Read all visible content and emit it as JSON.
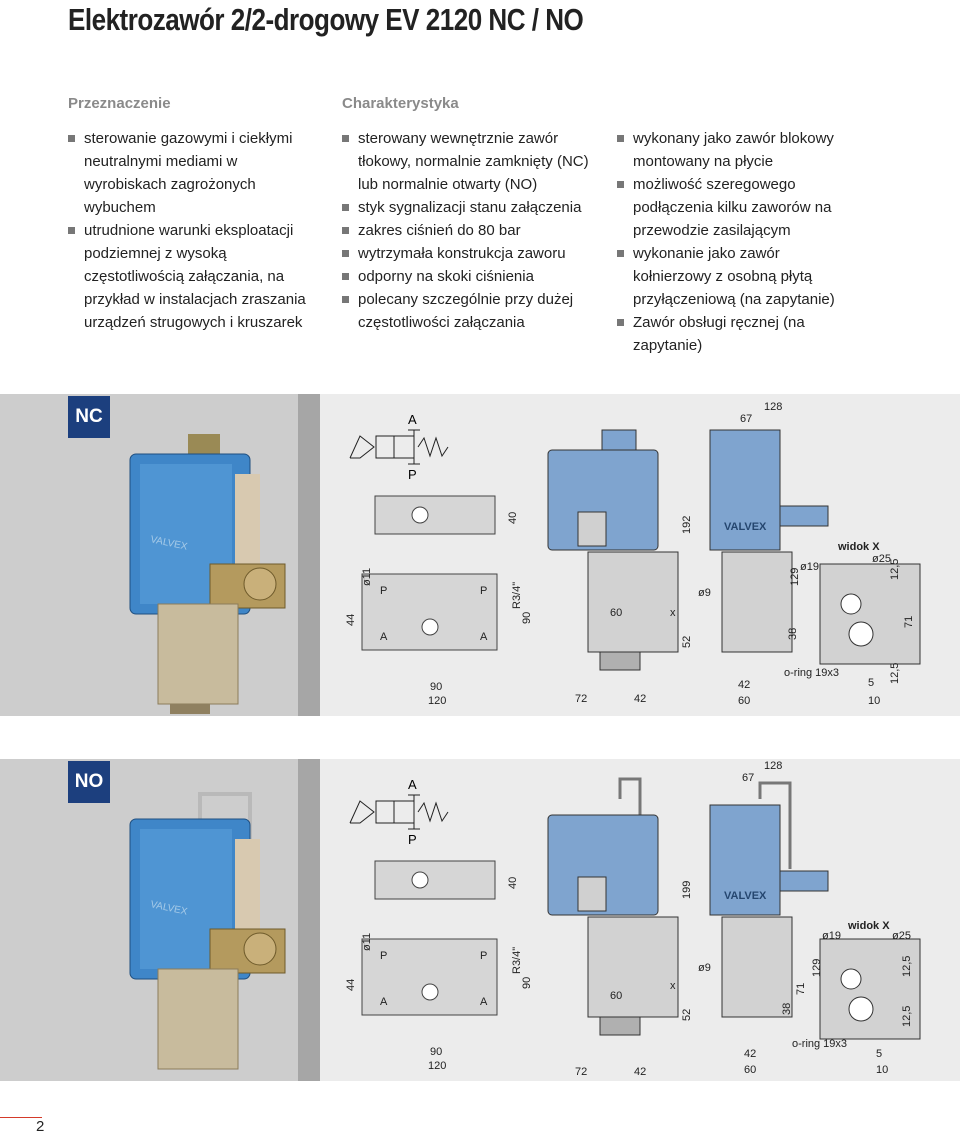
{
  "title": "Elektrozawór 2/2-drogowy EV 2120 NC / NO",
  "headings": {
    "purpose": "Przeznaczenie",
    "features": "Charakterystyka"
  },
  "purpose_items": [
    "sterowanie gazowymi i ciekłymi neutralnymi mediami w wyrobiskach zagrożonych wybuchem",
    "utrudnione warunki eksploatacji podziemnej z wysoką częstotliwością załączania, na przykład w instalacjach zraszania urządzeń strugowych i kruszarek"
  ],
  "features_items": [
    "sterowany wewnętrznie zawór tłokowy, normalnie zamknięty (NC) lub normalnie otwarty (NO)",
    "styk sygnalizacji stanu załączenia",
    "zakres ciśnień do 80 bar",
    "wytrzymała konstrukcja zaworu",
    "odporny na skoki ciśnienia",
    "polecany szczególnie przy dużej częstotliwości załączania"
  ],
  "options_items": [
    "wykonany jako zawór blokowy montowany na płycie",
    "możliwość szeregowego podłączenia kilku zaworów na przewodzie zasilającym",
    "wykonanie jako zawór kołnierzowy z osobną płytą przyłączeniową (na zapytanie)",
    "Zawór obsługi ręcznej (na zapytanie)"
  ],
  "panels": [
    {
      "badge": "NC",
      "port_a": "A",
      "port_p": "P",
      "dims": {
        "d128": "128",
        "d67": "67",
        "d192": "192",
        "d40": "40",
        "d11": "ø11",
        "d44": "44",
        "p1": "P",
        "p2": "P",
        "r34": "R3/4\"",
        "d90v": "90",
        "a1": "A",
        "a2": "A",
        "d90": "90",
        "d120": "120",
        "d60m": "60",
        "x": "x",
        "d72": "72",
        "d42": "42",
        "d52": "52",
        "d9": "ø9",
        "d129": "129",
        "d19": "ø19",
        "widok": "widok X",
        "d25": "ø25",
        "d125a": "12,5",
        "d71": "71",
        "d38": "38",
        "oring": "o-ring 19x3",
        "d42b": "42",
        "d60b": "60",
        "d5": "5",
        "d10": "10",
        "d125b": "12,5"
      },
      "brand": "VALVEX"
    },
    {
      "badge": "NO",
      "port_a": "A",
      "port_p": "P",
      "dims": {
        "d128": "128",
        "d67": "67",
        "d192": "199",
        "d40": "40",
        "d11": "ø11",
        "d44": "44",
        "p1": "P",
        "p2": "P",
        "r34": "R3/4\"",
        "d90v": "90",
        "a1": "A",
        "a2": "A",
        "d90": "90",
        "d120": "120",
        "d60m": "60",
        "x": "x",
        "d72": "72",
        "d42": "42",
        "d52": "52",
        "d9": "ø9",
        "d129": "129",
        "d19": "ø19",
        "widok": "widok X",
        "d25": "ø25",
        "d125a": "12,5",
        "d71": "71",
        "d38": "38",
        "oring": "o-ring 19x3",
        "d42b": "42",
        "d60b": "60",
        "d5": "5",
        "d10": "10",
        "d125b": "12,5"
      },
      "brand": "VALVEX"
    }
  ],
  "page_number": "2"
}
